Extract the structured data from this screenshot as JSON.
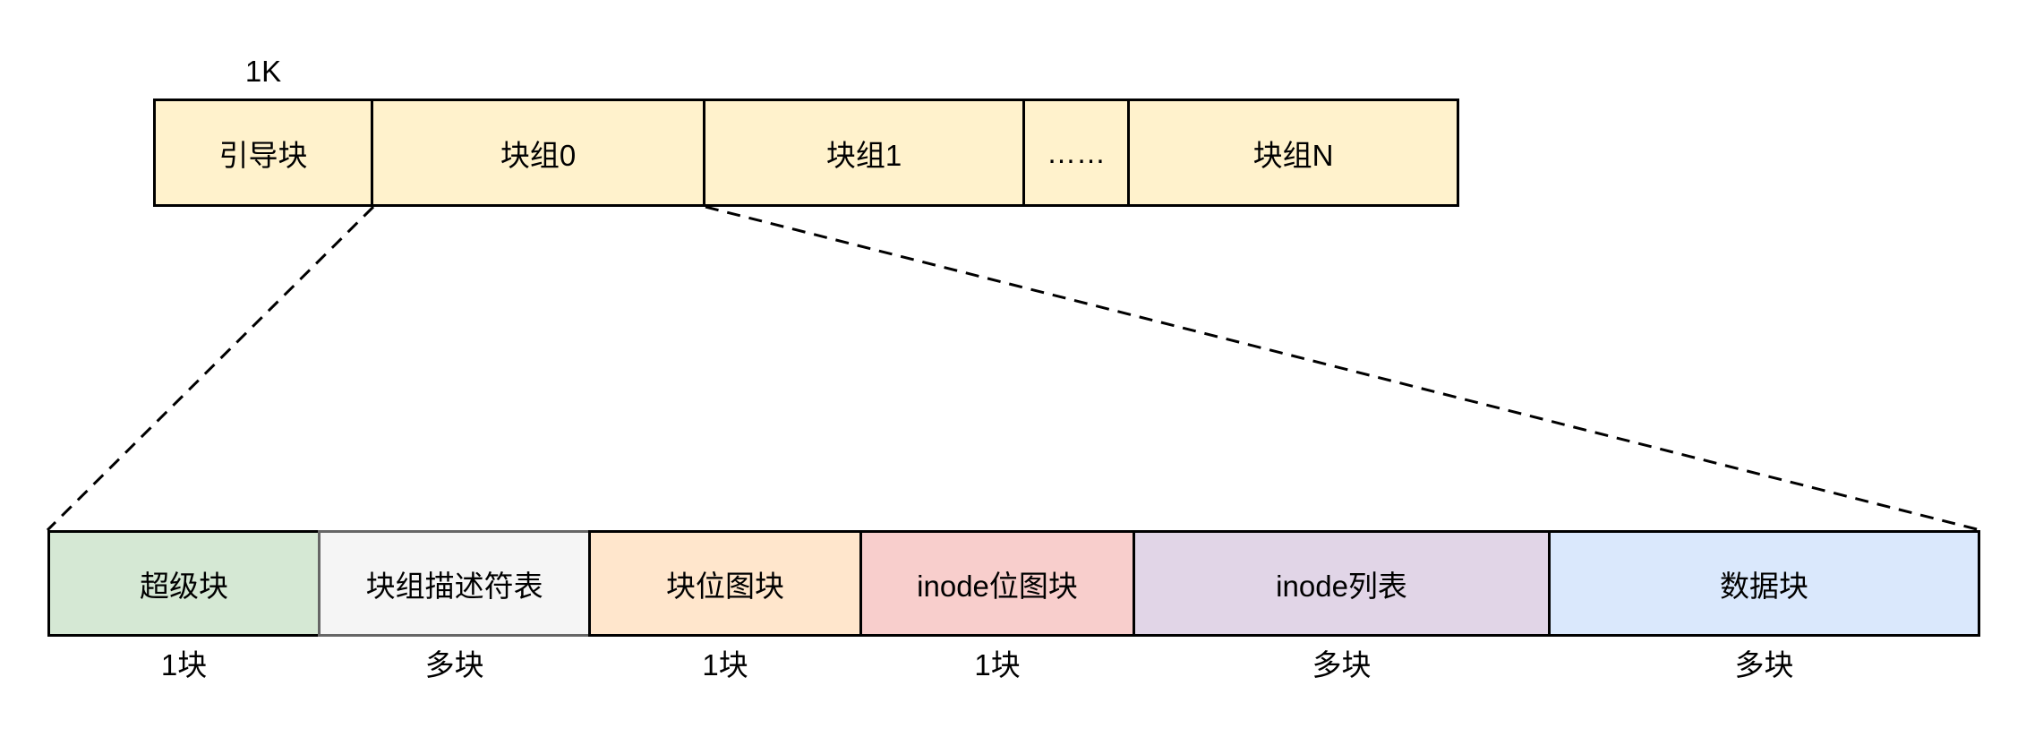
{
  "canvas": {
    "background": "#ffffff",
    "text_color": "#000000"
  },
  "disk_row": {
    "size_label": "1K",
    "fill": "#FFF2CC",
    "border": "#000000",
    "segments": [
      {
        "label": "引导块",
        "fill": "#FFF2CC",
        "border": "#000000"
      },
      {
        "label": "块组0",
        "fill": "#FFF2CC",
        "border": "#000000"
      },
      {
        "label": "块组1",
        "fill": "#FFF2CC",
        "border": "#000000"
      },
      {
        "label": "……",
        "fill": "#FFF2CC",
        "border": "#000000"
      },
      {
        "label": "块组N",
        "fill": "#FFF2CC",
        "border": "#000000"
      }
    ]
  },
  "group_row": {
    "segments": [
      {
        "label": "超级块",
        "count": "1块",
        "fill": "#D5E8D4",
        "border": "#000000"
      },
      {
        "label": "块组描述符表",
        "count": "多块",
        "fill": "#F5F5F5",
        "border": "#666666"
      },
      {
        "label": "块位图块",
        "count": "1块",
        "fill": "#FFE6CC",
        "border": "#000000"
      },
      {
        "label": "inode位图块",
        "count": "1块",
        "fill": "#F8CECC",
        "border": "#000000"
      },
      {
        "label": "inode列表",
        "count": "多块",
        "fill": "#E1D5E7",
        "border": "#000000"
      },
      {
        "label": "数据块",
        "count": "多块",
        "fill": "#DAE8FC",
        "border": "#000000"
      }
    ]
  },
  "connectors": {
    "color": "#000000",
    "style": "dashed"
  }
}
